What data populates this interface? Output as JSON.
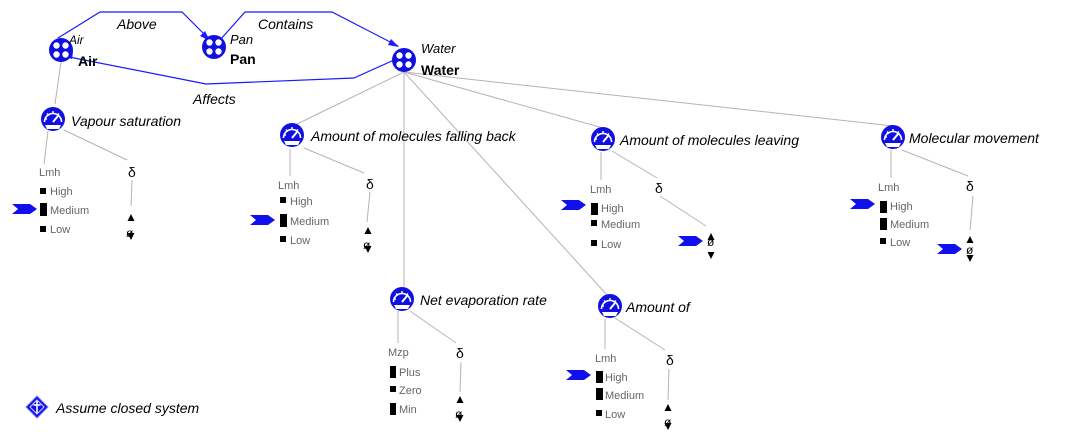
{
  "entities": {
    "air": {
      "label_small": "Air",
      "label_bold": "Air"
    },
    "pan": {
      "label_small": "Pan",
      "label_bold": "Pan"
    },
    "water": {
      "label_small": "Water",
      "label_bold": "Water"
    }
  },
  "relations": {
    "above": "Above",
    "contains": "Contains",
    "affects": "Affects"
  },
  "quantities": {
    "vapour": {
      "name": "Vapour saturation",
      "space": "Lmh",
      "values": [
        "High",
        "Medium",
        "Low"
      ],
      "current": "Medium",
      "derivative_symbol": "δ",
      "derivative_value": "ø"
    },
    "falling": {
      "name": "Amount of molecules falling back",
      "space": "Lmh",
      "values": [
        "High",
        "Medium",
        "Low"
      ],
      "current": "Medium",
      "derivative_symbol": "δ",
      "derivative_value": "ø"
    },
    "leaving": {
      "name": "Amount of molecules leaving",
      "space": "Lmh",
      "values": [
        "High",
        "Medium",
        "Low"
      ],
      "current": "High",
      "derivative_symbol": "δ",
      "derivative_value": "ø"
    },
    "movement": {
      "name": "Molecular movement",
      "space": "Lmh",
      "values": [
        "High",
        "Medium",
        "Low"
      ],
      "current": "High",
      "derivative_symbol": "δ",
      "derivative_value": "ø"
    },
    "net_evap": {
      "name": "Net evaporation rate",
      "space": "Mzp",
      "values": [
        "Plus",
        "Zero",
        "Min"
      ],
      "derivative_symbol": "δ",
      "derivative_value": "ø"
    },
    "amount": {
      "name": "Amount of",
      "space": "Lmh",
      "values": [
        "High",
        "Medium",
        "Low"
      ],
      "current": "High",
      "derivative_symbol": "δ",
      "derivative_value": "ø"
    }
  },
  "assumption": {
    "label": "Assume closed system"
  },
  "colors": {
    "relation": "#1a1aff",
    "entity_icon": "#1010e0",
    "link": "#b4b4b4",
    "pointer": "#1010ee"
  }
}
